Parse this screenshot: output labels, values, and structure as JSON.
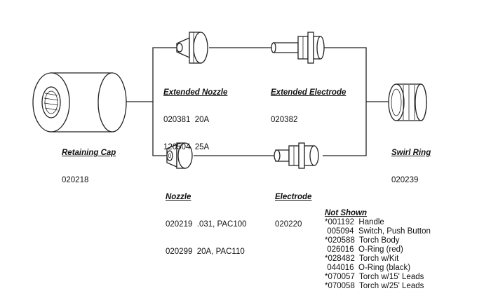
{
  "parts": {
    "extended_nozzle": {
      "name": "Extended Nozzle",
      "lines": [
        "020381  20A",
        "120504  25A"
      ]
    },
    "extended_electrode": {
      "name": "Extended Electrode",
      "lines": [
        "020382"
      ]
    },
    "retaining_cap": {
      "name": "Retaining Cap",
      "lines": [
        "020218"
      ]
    },
    "swirl_ring": {
      "name": "Swirl Ring",
      "lines": [
        "020239"
      ]
    },
    "nozzle": {
      "name": "Nozzle",
      "lines": [
        "020219  .031, PAC100",
        "020299  20A, PAC110"
      ]
    },
    "electrode": {
      "name": "Electrode",
      "lines": [
        "020220"
      ]
    }
  },
  "not_shown": {
    "title": "Not Shown",
    "items": [
      "*001192  Handle",
      " 005094  Switch, Push Button",
      "*020588  Torch Body",
      " 026016  O-Ring (red)",
      "*028482  Torch w/Kit",
      " 044016  O-Ring (black)",
      "*070057  Torch w/15' Leads",
      "*070058  Torch w/25' Leads"
    ]
  }
}
